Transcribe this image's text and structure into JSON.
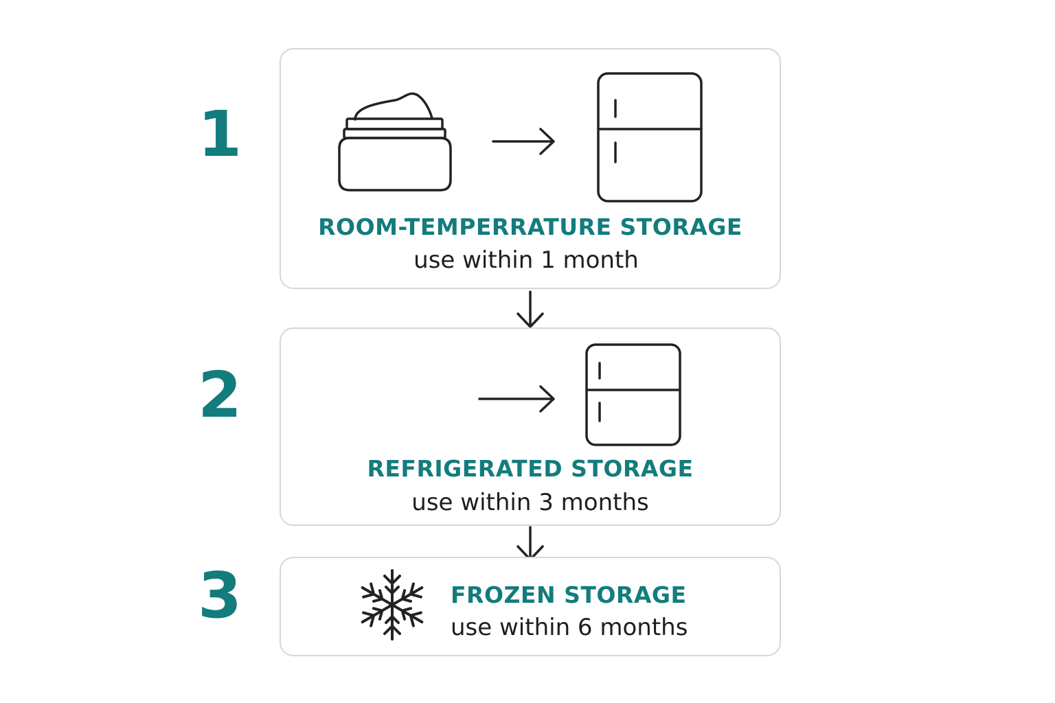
{
  "colors": {
    "accent": "#137c7c",
    "text": "#1e1e1e",
    "card_border": "#d6d6d6",
    "icon_stroke": "#222222"
  },
  "steps": [
    {
      "number": "1",
      "title": "ROOM-TEMPERRATURE STORAGE",
      "subtitle": "use within 1 month",
      "icons": [
        "cream-jar-icon",
        "arrow-right-icon",
        "refrigerator-icon"
      ]
    },
    {
      "number": "2",
      "title": "REFRIGERATED STORAGE",
      "subtitle": "use within 3 months",
      "icons": [
        "arrow-right-icon",
        "refrigerator-icon"
      ]
    },
    {
      "number": "3",
      "title": "FROZEN STORAGE",
      "subtitle": "use within 6 months",
      "icons": [
        "snowflake-icon"
      ]
    }
  ],
  "connectors": [
    "arrow-down-icon",
    "arrow-down-icon"
  ]
}
